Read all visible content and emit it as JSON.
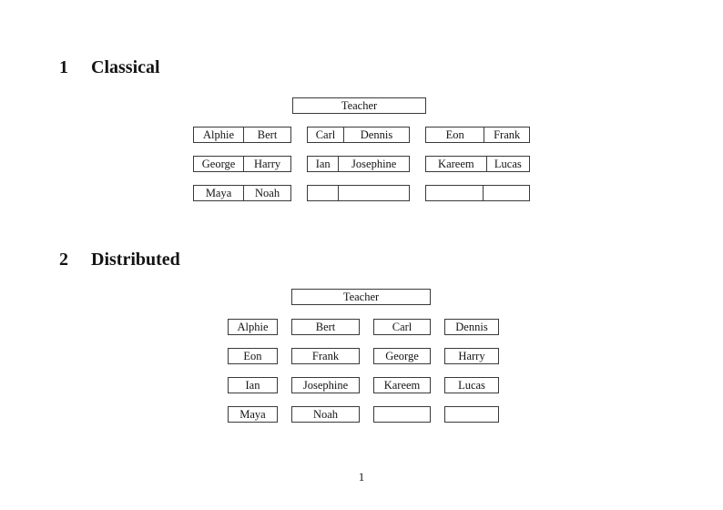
{
  "page_number": "1",
  "colors": {
    "background": "#ffffff",
    "border": "#3a3a3a",
    "text": "#141414"
  },
  "sections": [
    {
      "number": "1",
      "title": "Classical",
      "teacher_label": "Teacher",
      "rows": [
        [
          {
            "cells": [
              "Alphie",
              "Bert"
            ],
            "split": 52
          },
          {
            "cells": [
              "Carl",
              "Dennis"
            ],
            "split": 36
          },
          {
            "cells": [
              "Eon",
              "Frank"
            ],
            "split": 57
          }
        ],
        [
          {
            "cells": [
              "George",
              "Harry"
            ],
            "split": 52
          },
          {
            "cells": [
              "Ian",
              "Josephine"
            ],
            "split": 31
          },
          {
            "cells": [
              "Kareem",
              "Lucas"
            ],
            "split": 59
          }
        ],
        [
          {
            "cells": [
              "Maya",
              "Noah"
            ],
            "split": 52
          },
          {
            "cells": [
              "",
              ""
            ],
            "split": 31
          },
          {
            "cells": [
              "",
              ""
            ],
            "split": 56
          }
        ]
      ]
    },
    {
      "number": "2",
      "title": "Distributed",
      "teacher_label": "Teacher",
      "rows": [
        [
          {
            "cells": [
              "Alphie"
            ]
          },
          {
            "cells": [
              "Bert"
            ]
          },
          {
            "cells": [
              "Carl"
            ]
          },
          {
            "cells": [
              "Dennis"
            ]
          }
        ],
        [
          {
            "cells": [
              "Eon"
            ]
          },
          {
            "cells": [
              "Frank"
            ]
          },
          {
            "cells": [
              "George"
            ]
          },
          {
            "cells": [
              "Harry"
            ]
          }
        ],
        [
          {
            "cells": [
              "Ian"
            ]
          },
          {
            "cells": [
              "Josephine"
            ]
          },
          {
            "cells": [
              "Kareem"
            ]
          },
          {
            "cells": [
              "Lucas"
            ]
          }
        ],
        [
          {
            "cells": [
              "Maya"
            ]
          },
          {
            "cells": [
              "Noah"
            ]
          },
          {
            "cells": [
              ""
            ]
          },
          {
            "cells": [
              ""
            ]
          }
        ]
      ]
    }
  ]
}
